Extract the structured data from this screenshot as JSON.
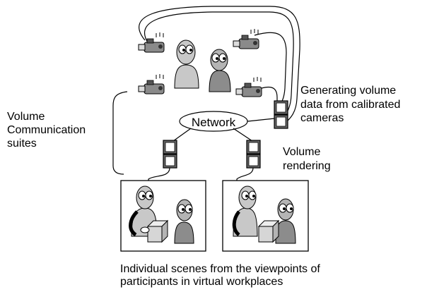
{
  "labels": {
    "network": "Network",
    "generating_line1": "Generating volume",
    "generating_line2": "data from calibrated",
    "generating_line3": "cameras",
    "suites_line1": "Volume",
    "suites_line2": "Communication",
    "suites_line3": "suites",
    "rendering_line1": "Volume",
    "rendering_line2": "rendering",
    "caption_line1": "Individual scenes from the viewpoints of",
    "caption_line2": "participants in virtual workplaces"
  },
  "icons": {
    "camera": "video-camera-icon",
    "person": "person-figure-icon",
    "computer": "computer-tower-icon",
    "box": "cube-object-icon"
  },
  "colors": {
    "figure_light": "#c8c8c8",
    "figure_dark": "#8c8c8c",
    "outline": "#000000",
    "background": "#ffffff"
  }
}
